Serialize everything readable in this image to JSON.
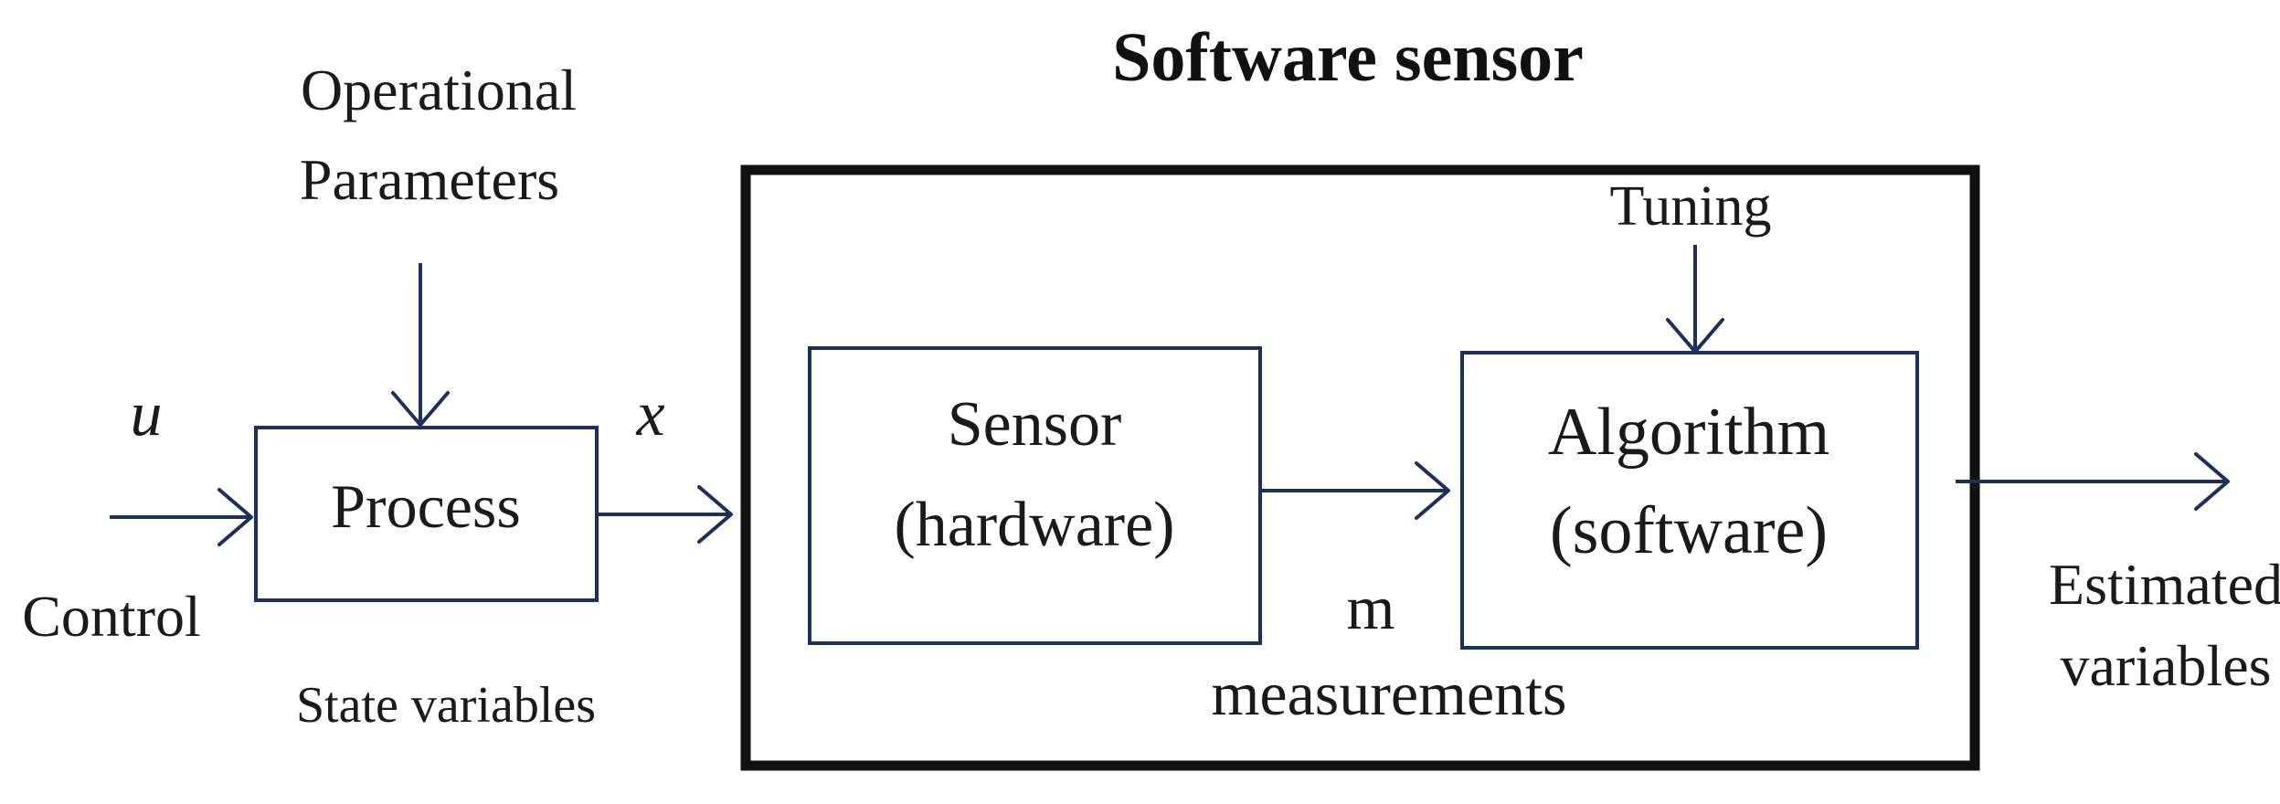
{
  "title": "Software sensor",
  "inputs": {
    "operational_parameters": [
      "Operational",
      "Parameters"
    ],
    "control_symbol": "u",
    "control_label": "Control",
    "tuning_label": "Tuning"
  },
  "blocks": {
    "process": "Process",
    "sensor": [
      "Sensor",
      "(hardware)"
    ],
    "algorithm": [
      "Algorithm",
      "(software)"
    ]
  },
  "signals": {
    "state_symbol": "x",
    "state_label": "State variables",
    "measurement_symbol": "m",
    "measurement_label": "measurements"
  },
  "output": {
    "label": [
      "Estimated",
      "variables"
    ]
  },
  "colors": {
    "block_stroke": "#1f2f5c",
    "frame_stroke": "#111111",
    "text": "#1a1a1a"
  }
}
